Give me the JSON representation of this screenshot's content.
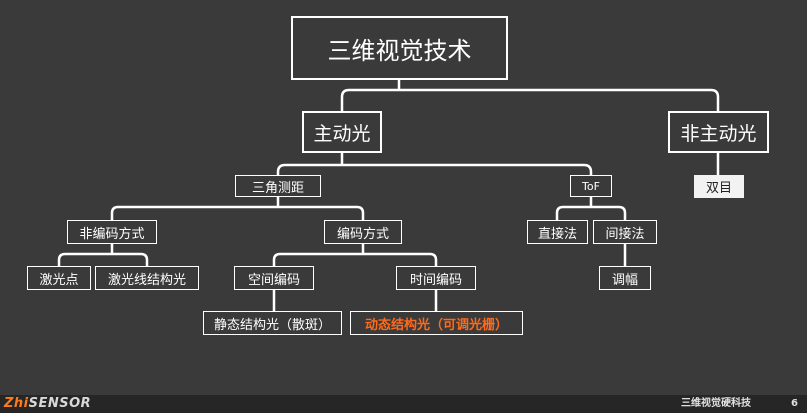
{
  "diagram": {
    "root": "三维视觉技术",
    "active": "主动光",
    "passive": "非主动光",
    "triangulation": "三角测距",
    "tof": "ToF",
    "stereo": "双目",
    "non_encoding": "非编码方式",
    "encoding": "编码方式",
    "direct": "直接法",
    "indirect": "间接法",
    "laser_dot": "激光点",
    "laser_line": "激光线结构光",
    "spatial_encoding": "空间编码",
    "temporal_encoding": "时间编码",
    "modulation": "调幅",
    "static_sl": "静态结构光（散斑）",
    "dynamic_sl": "动态结构光（可调光栅）"
  },
  "footer": {
    "logo_part1": "Zhi",
    "logo_part2": "SENSOR",
    "brand": "三维视觉硬科技",
    "page_number": "6"
  },
  "colors": {
    "background": "#3a3a3a",
    "line": "#ffffff",
    "highlight": "#ff6a1a",
    "footer_bg": "#262626"
  }
}
